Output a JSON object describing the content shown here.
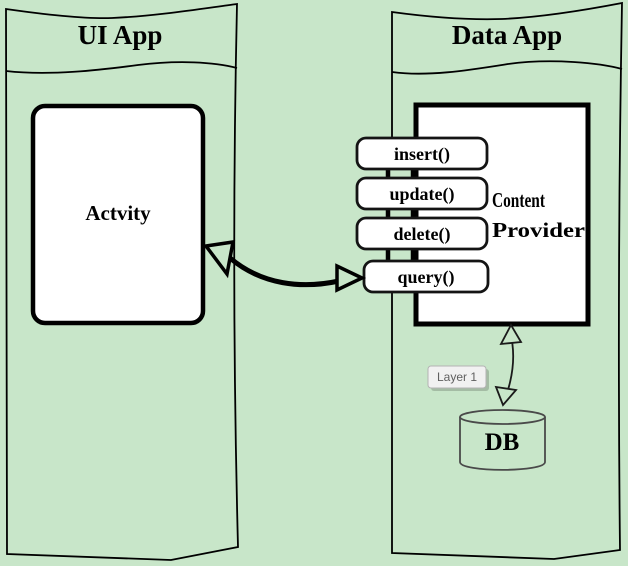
{
  "diagram": {
    "background_color": "#c8e6c9",
    "outline_color": "#000000",
    "box_fill": "#ffffff",
    "db_outline_color": "#4a4a4a",
    "tooltip_bg": "#f1f1f1",
    "tooltip_border": "#b3b3b3",
    "tooltip_text_color": "#5f5f5f"
  },
  "ui_app": {
    "title": "UI App",
    "activity_label": "Actvity"
  },
  "data_app": {
    "title": "Data App",
    "content_provider": {
      "name_line1": "Content",
      "name_line2": "Provider",
      "methods": [
        "insert()",
        "update()",
        "delete()",
        "query()"
      ]
    },
    "db_label": "DB"
  },
  "tooltip": {
    "label": "Layer 1"
  }
}
